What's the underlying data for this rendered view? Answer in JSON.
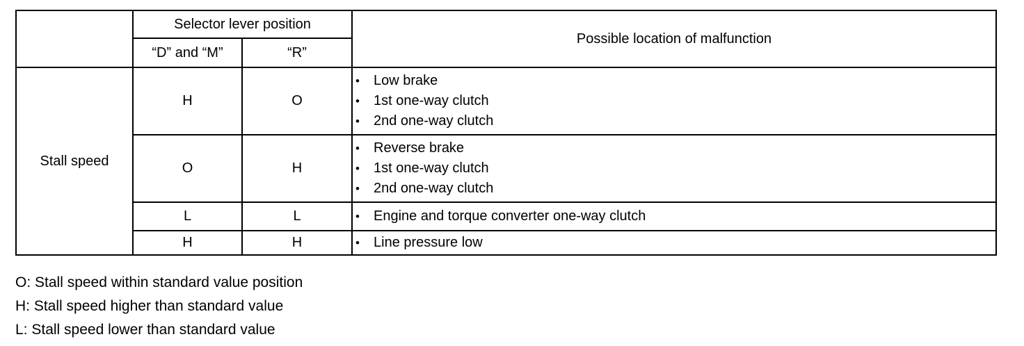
{
  "table": {
    "bullet_glyph": "•",
    "header": {
      "selector_group": "Selector lever position",
      "col_d_m": "“D” and “M”",
      "col_r": "“R”",
      "malfunction_col": "Possible location of malfunction"
    },
    "stub_label": "Stall speed",
    "rows": [
      {
        "d_m": "H",
        "r": "O",
        "malfunctions": [
          "Low brake",
          "1st one-way clutch",
          "2nd one-way clutch"
        ]
      },
      {
        "d_m": "O",
        "r": "H",
        "malfunctions": [
          "Reverse brake",
          "1st one-way clutch",
          "2nd one-way clutch"
        ]
      },
      {
        "d_m": "L",
        "r": "L",
        "malfunctions": [
          "Engine and torque converter one-way clutch"
        ]
      },
      {
        "d_m": "H",
        "r": "H",
        "malfunctions": [
          "Line pressure low"
        ]
      }
    ]
  },
  "legend": {
    "o_note": "O: Stall speed within standard value position",
    "h_note": "H: Stall speed higher than standard value",
    "l_note": "L: Stall speed lower than standard value"
  },
  "colors": {
    "text": "#000000",
    "border": "#000000",
    "background": "#ffffff"
  }
}
